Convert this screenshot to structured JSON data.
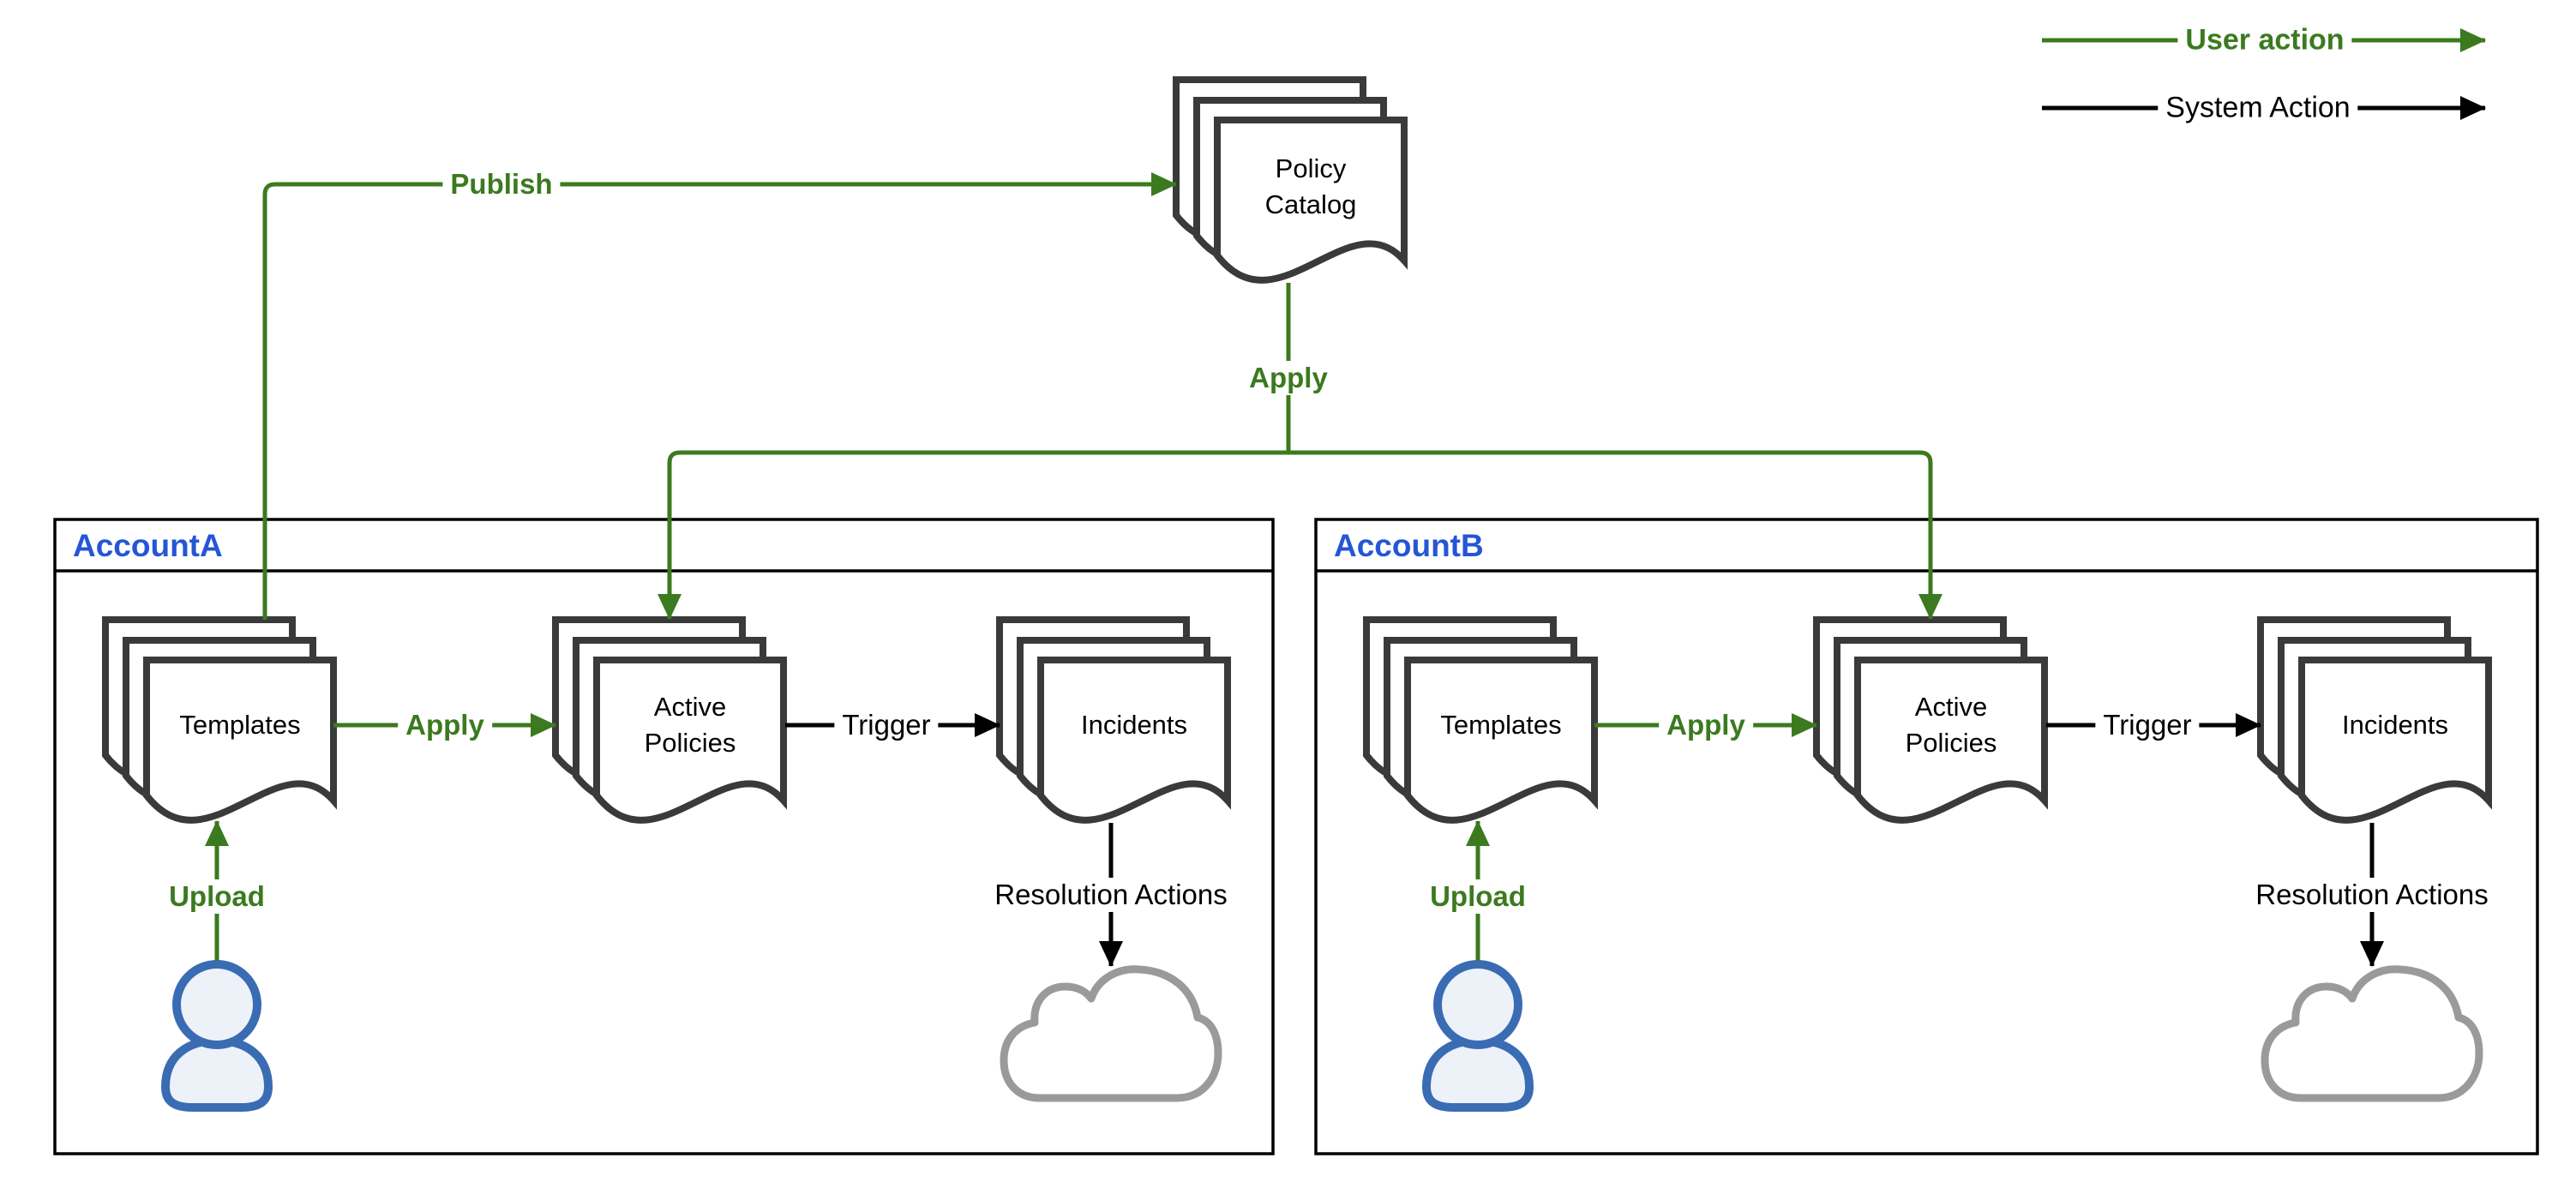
{
  "legend": {
    "user_action_label": "User action",
    "system_action_label": "System Action"
  },
  "policy_catalog": {
    "label_line1": "Policy",
    "label_line2": "Catalog"
  },
  "edges": {
    "publish": "Publish",
    "apply_catalog": "Apply",
    "apply_a": "Apply",
    "apply_b": "Apply",
    "trigger_a": "Trigger",
    "trigger_b": "Trigger",
    "upload_a": "Upload",
    "upload_b": "Upload",
    "resolution_a": "Resolution Actions",
    "resolution_b": "Resolution Actions"
  },
  "accounts": [
    {
      "title": "AccountA",
      "nodes": {
        "templates": "Templates",
        "active_line1": "Active",
        "active_line2": "Policies",
        "incidents": "Incidents"
      }
    },
    {
      "title": "AccountB",
      "nodes": {
        "templates": "Templates",
        "active_line1": "Active",
        "active_line2": "Policies",
        "incidents": "Incidents"
      }
    }
  ],
  "icons": {
    "document_stack": "document-stack-icon",
    "person": "person-icon",
    "cloud": "cloud-icon"
  },
  "theme": {
    "green": "#3B7A1F",
    "ink": "#000000",
    "blue": "#2456D6",
    "docStroke": "#3A3A3A",
    "boxStroke": "#000000",
    "cloudStroke": "#9A9A9A",
    "personStroke": "#3A6CB4",
    "personFill": "#EDF2F9",
    "bg": "#FFFFFF"
  }
}
